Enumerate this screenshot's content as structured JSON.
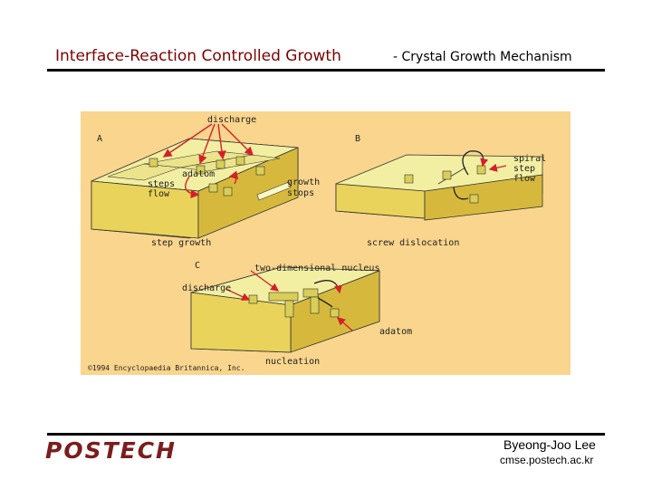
{
  "title": {
    "main": "Interface-Reaction Controlled Growth",
    "sub": "-  Crystal Growth Mechanism"
  },
  "figure": {
    "panels": {
      "a": "A",
      "b": "B",
      "c": "C"
    },
    "labels": {
      "discharge_top": "discharge",
      "adatom_a": "adatom",
      "steps_flow": [
        "steps",
        "flow"
      ],
      "growth_stops": [
        "growth",
        "stops"
      ],
      "spiral_step_flow": [
        "spiral",
        "step",
        "flow"
      ],
      "step_growth": "step growth",
      "screw_dislocation": "screw dislocation",
      "two_dimensional_nucleus": "two-dimensional nucleus",
      "discharge_c": "discharge",
      "adatom_c": "adatom",
      "nucleation": "nucleation",
      "copyright": "©1994 Encyclopaedia Britannica, Inc."
    },
    "colors": {
      "background": "#f9d58d",
      "slab_top": "#f3efa2",
      "slab_front": "#e9d35a",
      "slab_side": "#d6b93c",
      "arrow": "#d4202a",
      "edge": "#333333"
    }
  },
  "footer": {
    "logo": "POSTECH",
    "author": "Byeong-Joo Lee",
    "site": "cmse.postech.ac.kr"
  }
}
